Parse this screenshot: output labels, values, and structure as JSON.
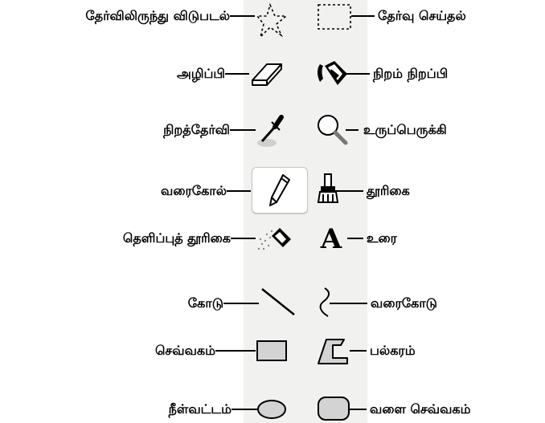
{
  "left_labels": {
    "free_select": "தேர்விலிருந்து விடுபடல்",
    "eraser": "அழிப்பி",
    "color_picker": "நிறத்தேர்வி",
    "pencil": "வரைகோல்",
    "airbrush": "தெளிப்புத் தூரிகை",
    "line": "கோடு",
    "rectangle": "செவ்வகம்",
    "ellipse": "நீள்வட்டம்"
  },
  "right_labels": {
    "rect_select": "தேர்வு செய்தல்",
    "fill": "நிறம் நிறப்பி",
    "magnifier": "உருப்பெருக்கி",
    "brush": "தூரிகை",
    "text": "உரை",
    "curve": "வரைகோடு",
    "polygon": "பல்கரம்",
    "rounded_rect": "வளை செவ்வகம்"
  },
  "text_tool_glyph": "A"
}
